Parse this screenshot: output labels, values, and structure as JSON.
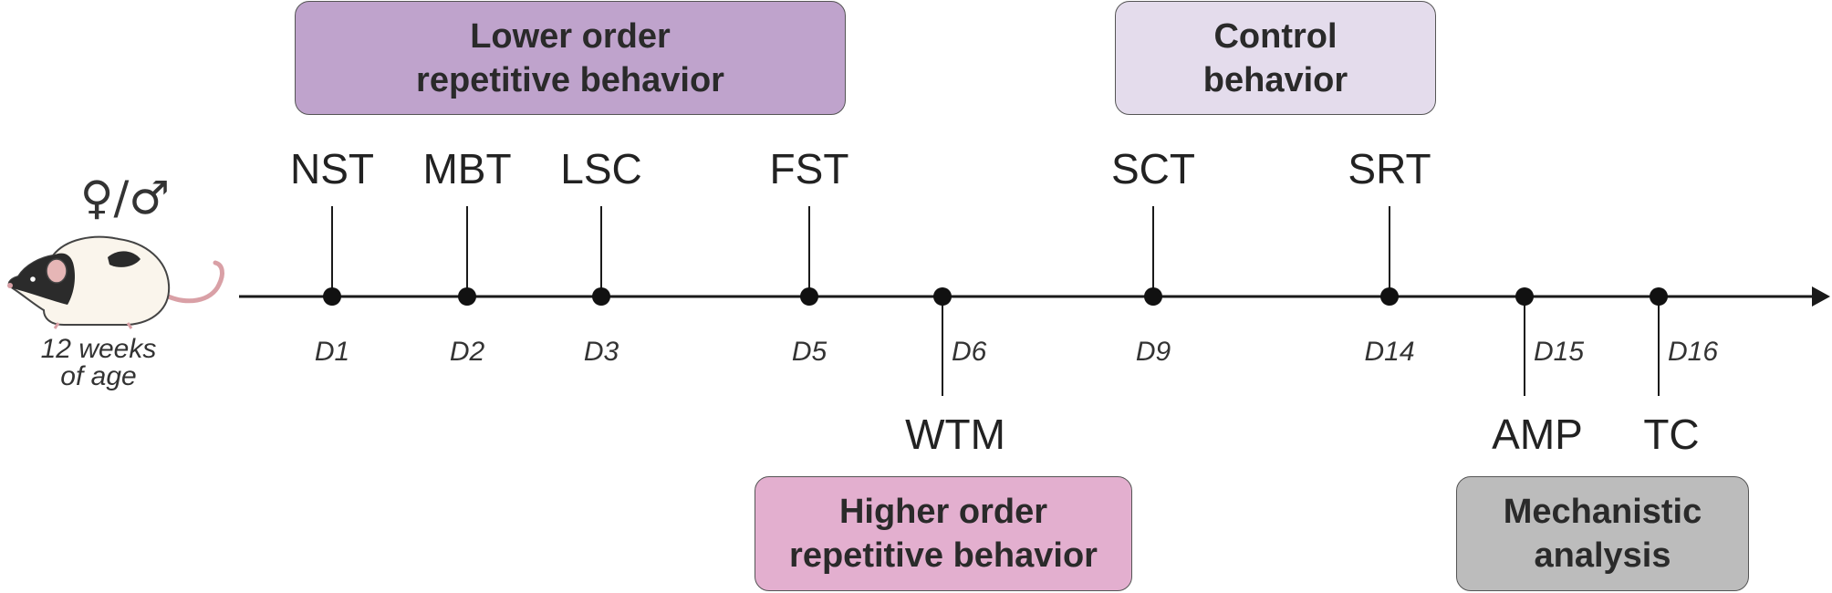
{
  "subject": {
    "symbols": "♀/♂",
    "age_line1": "12 weeks",
    "age_line2": "of age",
    "icon": "rat-icon"
  },
  "boxes": {
    "lower_order": "Lower order\nrepetitive behavior",
    "control": "Control\nbehavior",
    "higher_order": "Higher order\nrepetitive behavior",
    "mechanistic": "Mechanistic\nanalysis"
  },
  "events": [
    {
      "test": "NST",
      "day": "D1",
      "side": "above"
    },
    {
      "test": "MBT",
      "day": "D2",
      "side": "above"
    },
    {
      "test": "LSC",
      "day": "D3",
      "side": "above"
    },
    {
      "test": "FST",
      "day": "D5",
      "side": "above"
    },
    {
      "test": "WTM",
      "day": "D6",
      "side": "below"
    },
    {
      "test": "SCT",
      "day": "D9",
      "side": "above"
    },
    {
      "test": "SRT",
      "day": "D14",
      "side": "above"
    },
    {
      "test": "AMP",
      "day": "D15",
      "side": "below"
    },
    {
      "test": "TC",
      "day": "D16",
      "side": "below"
    }
  ],
  "colors": {
    "lower_order": "#bfa3cc",
    "control": "#e4dcec",
    "higher_order": "#e3afcf",
    "mechanistic": "#bcbcbc",
    "line": "#1a1a1a"
  }
}
